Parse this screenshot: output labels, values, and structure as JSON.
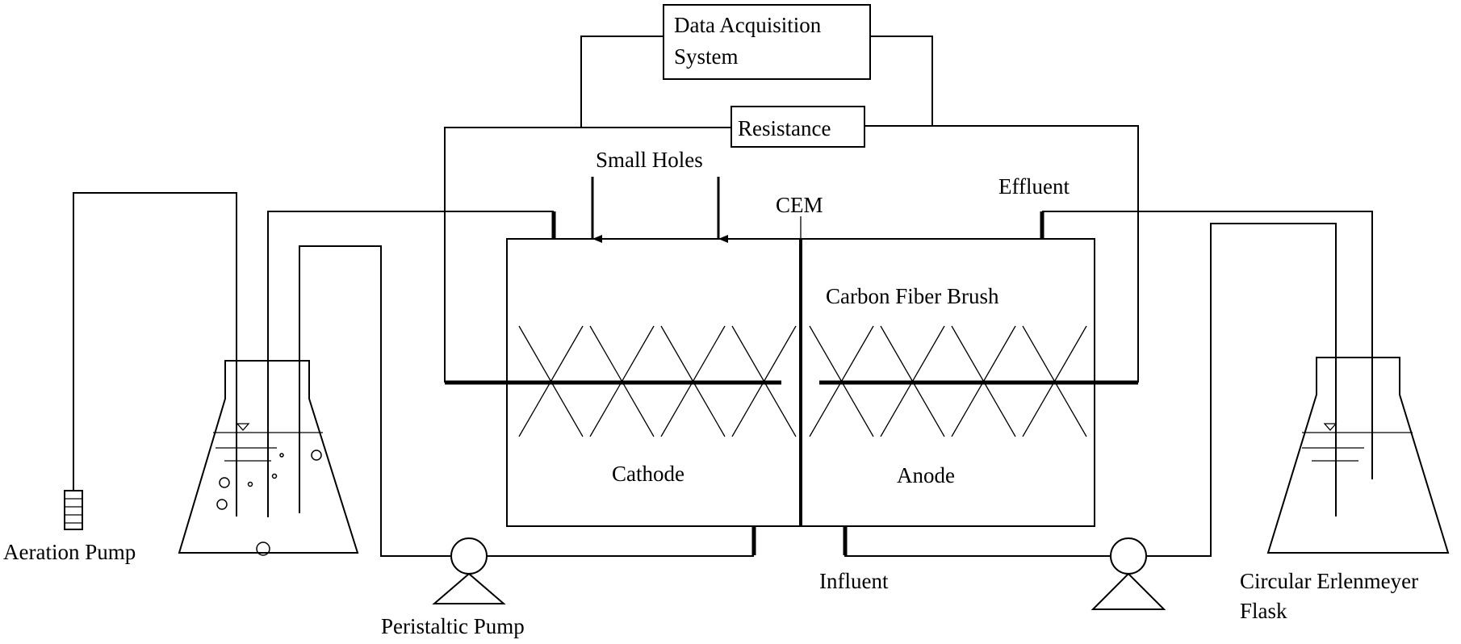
{
  "labels": {
    "daq_line1": "Data Acquisition",
    "daq_line2": "System",
    "resistance": "Resistance",
    "small_holes": "Small Holes",
    "cem": "CEM",
    "effluent": "Effluent",
    "carbon_fiber_brush": "Carbon Fiber Brush",
    "cathode": "Cathode",
    "anode": "Anode",
    "aeration_pump": "Aeration Pump",
    "peristaltic_pump": "Peristaltic Pump",
    "influent": "Influent",
    "flask_line1": "Circular Erlenmeyer",
    "flask_line2": "Flask"
  }
}
